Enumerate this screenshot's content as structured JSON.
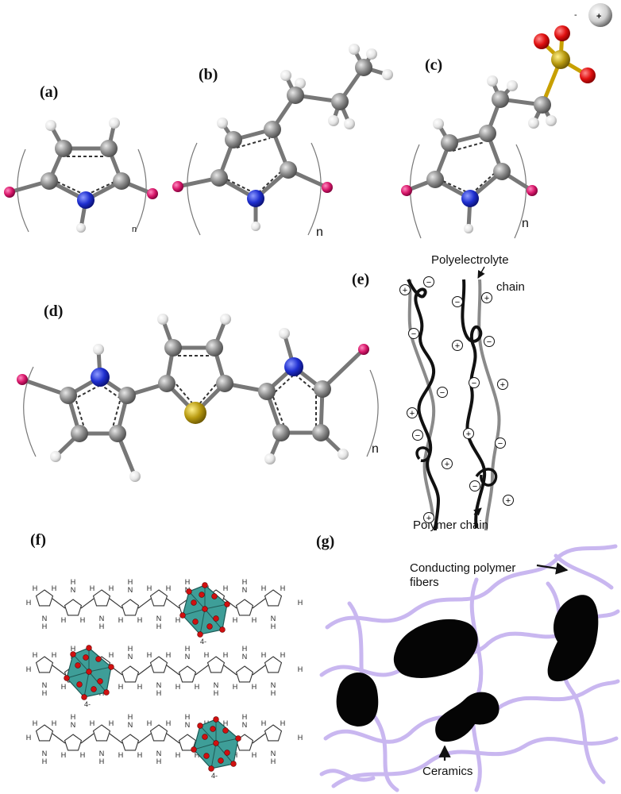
{
  "panels": {
    "a": {
      "label": "(a)",
      "n": "n"
    },
    "b": {
      "label": "(b)",
      "n": "n"
    },
    "c": {
      "label": "(c)",
      "n": "n",
      "anion": "-",
      "cation": "+"
    },
    "d": {
      "label": "(d)",
      "n": "n"
    },
    "e": {
      "label": "(e)",
      "polyelectrolyte": "Polyelectrolyte",
      "chain": "chain",
      "polymer": "Polymer chain",
      "plus": "+",
      "minus": "−"
    },
    "f": {
      "label": "(f)",
      "charge": "4-",
      "H": "H",
      "N": "N"
    },
    "g": {
      "label": "(g)",
      "fibers_line1": "Conducting polymer",
      "fibers_line2": "fibers",
      "ceramics": "Ceramics"
    }
  },
  "colors": {
    "carbon": "#8c8c8c",
    "hydrogen": "#f0f0f0",
    "nitrogen": "#1f2fd0",
    "sulfur": "#b89a10",
    "oxygen": "#e01010",
    "end_atom": "#d8186a",
    "fiber": "#c9b7f0",
    "polyoxometalate": "#3e9e98",
    "chain_black": "#111111",
    "chain_grey": "#8a8a8a"
  }
}
